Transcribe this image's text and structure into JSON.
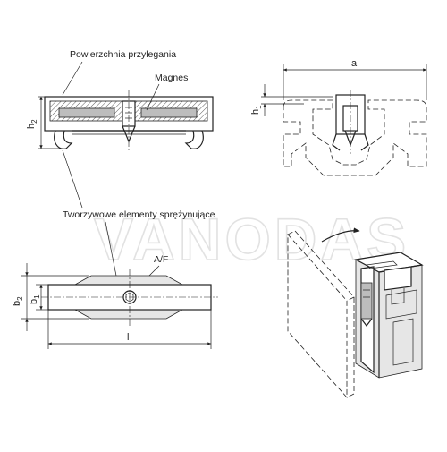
{
  "labels": {
    "contact_surface": "Powierzchnia przylegania",
    "magnet": "Magnes",
    "spring_elements": "Tworzywowe elementy sprężynujące",
    "wrench_size": "A/F"
  },
  "dimensions": {
    "a": "a",
    "h1": "h",
    "h1_sub": "1",
    "h2": "h",
    "h2_sub": "2",
    "b1": "b",
    "b1_sub": "1",
    "b2": "b",
    "b2_sub": "2",
    "l": "l"
  },
  "watermark": "VANODAS",
  "colors": {
    "line": "#222222",
    "fill_gray": "#bdbdbd",
    "fill_light": "#e6e6e6",
    "watermark": "#e2e2e2"
  }
}
